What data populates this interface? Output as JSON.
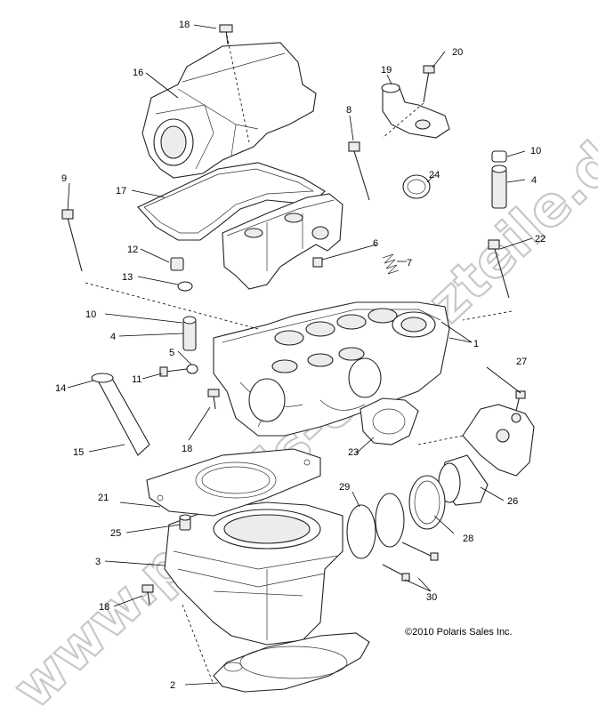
{
  "diagram": {
    "copyright": "©2010 Polaris Sales Inc.",
    "watermark": "www.polaris-ersatzteile.de",
    "callouts": [
      "1",
      "2",
      "3",
      "4",
      "4",
      "5",
      "6",
      "7",
      "8",
      "9",
      "10",
      "10",
      "11",
      "12",
      "13",
      "14",
      "15",
      "16",
      "17",
      "18",
      "18",
      "18",
      "19",
      "20",
      "21",
      "22",
      "23",
      "24",
      "25",
      "26",
      "27",
      "28",
      "29",
      "30"
    ]
  }
}
